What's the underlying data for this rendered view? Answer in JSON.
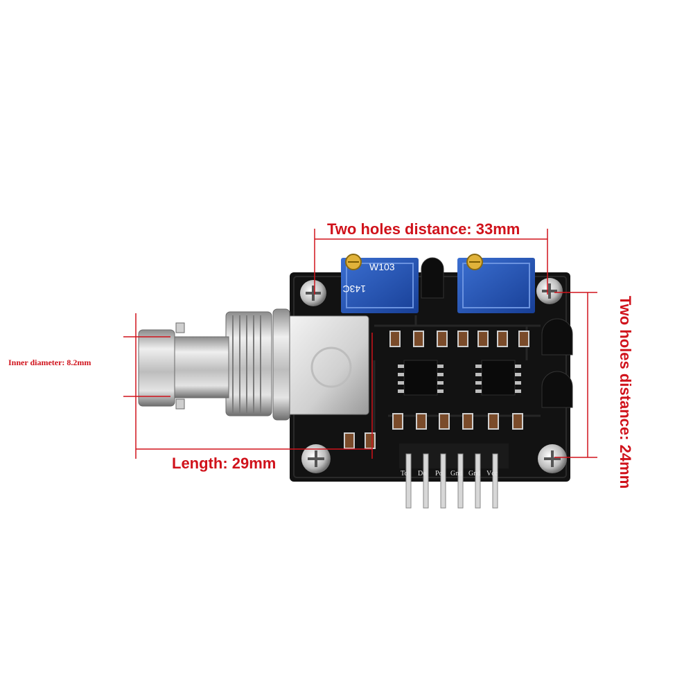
{
  "annotations": {
    "top_distance": "Two holes distance: 33mm",
    "side_distance": "Two holes distance: 24mm",
    "length": "Length: 29mm",
    "inner_diameter": "Inner diameter: 8.2mm"
  },
  "potentiometer": {
    "marking_line1": "W103",
    "marking_line2": "143C"
  },
  "header_pins": [
    "To",
    "Do",
    "Po",
    "Gnd",
    "Gnd",
    "Vcc"
  ],
  "colors": {
    "annotation": "#d0121b",
    "pcb": "#111111",
    "trimmer": "#1f4fb0",
    "metal": "#c8c8c8"
  }
}
